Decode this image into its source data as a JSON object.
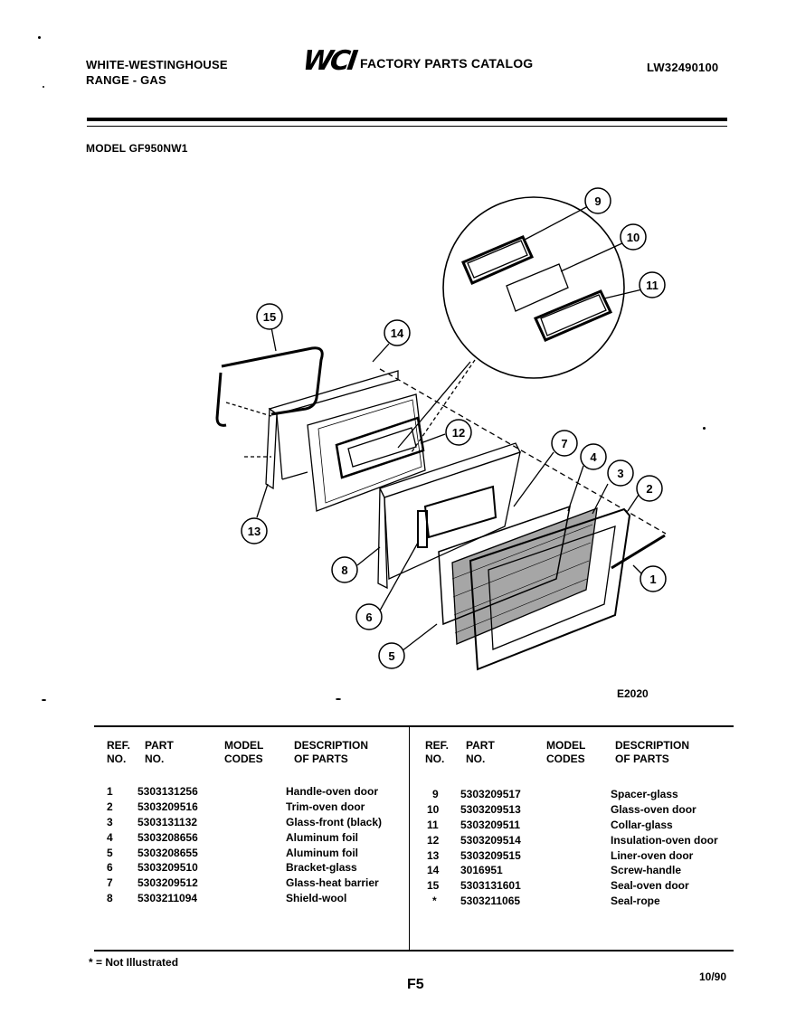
{
  "header": {
    "brand_line1": "WHITE-WESTINGHOUSE",
    "brand_line2": "RANGE - GAS",
    "logo": "WCI",
    "catalog_title": "FACTORY PARTS CATALOG",
    "catalog_number": "LW32490100",
    "model": "MODEL GF950NW1"
  },
  "diagram": {
    "figure_code": "E2020",
    "callouts": [
      "1",
      "2",
      "3",
      "4",
      "5",
      "6",
      "7",
      "8",
      "9",
      "10",
      "11",
      "12",
      "13",
      "14",
      "15"
    ]
  },
  "table": {
    "headers": {
      "ref_line1": "REF.",
      "ref_line2": "NO.",
      "part_line1": "PART",
      "part_line2": "NO.",
      "model_line1": "MODEL",
      "model_line2": "CODES",
      "desc_line1": "DESCRIPTION",
      "desc_line2": "OF PARTS"
    },
    "left_rows": [
      {
        "ref": "1",
        "part": "5303131256",
        "desc": "Handle-oven door"
      },
      {
        "ref": "2",
        "part": "5303209516",
        "desc": "Trim-oven door"
      },
      {
        "ref": "3",
        "part": "5303131132",
        "desc": "Glass-front (black)"
      },
      {
        "ref": "4",
        "part": "5303208656",
        "desc": "Aluminum foil"
      },
      {
        "ref": "5",
        "part": "5303208655",
        "desc": "Aluminum foil"
      },
      {
        "ref": "6",
        "part": "5303209510",
        "desc": "Bracket-glass"
      },
      {
        "ref": "7",
        "part": "5303209512",
        "desc": "Glass-heat barrier"
      },
      {
        "ref": "8",
        "part": "5303211094",
        "desc": "Shield-wool"
      }
    ],
    "right_rows": [
      {
        "ref": "9",
        "part": "5303209517",
        "desc": "Spacer-glass"
      },
      {
        "ref": "10",
        "part": "5303209513",
        "desc": "Glass-oven door"
      },
      {
        "ref": "11",
        "part": "5303209511",
        "desc": "Collar-glass"
      },
      {
        "ref": "12",
        "part": "5303209514",
        "desc": "Insulation-oven door"
      },
      {
        "ref": "13",
        "part": "5303209515",
        "desc": "Liner-oven door"
      },
      {
        "ref": "14",
        "part": "3016951",
        "desc": "Screw-handle"
      },
      {
        "ref": "15",
        "part": "5303131601",
        "desc": "Seal-oven door"
      },
      {
        "ref": "*",
        "part": "5303211065",
        "desc": "Seal-rope"
      }
    ]
  },
  "footer": {
    "note": "* = Not Illustrated",
    "page": "F5",
    "date": "10/90"
  }
}
